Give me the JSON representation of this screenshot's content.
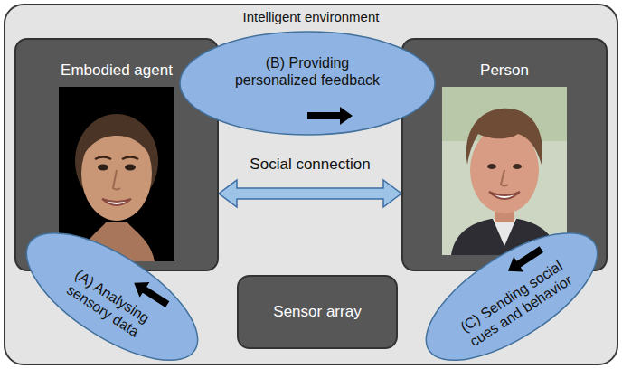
{
  "diagram": {
    "nodes": [
      {
        "text": [
          "Intelligent environment"
        ]
      },
      {
        "text": [
          "Embodied agent"
        ],
        "in": 0
      },
      {
        "text": [
          "(B) Providing personalized feedback"
        ],
        "in": 0
      },
      {
        "text": [
          "Person"
        ],
        "in": 0
      },
      {
        "text": [
          "(A) Analysing sensory data"
        ],
        "in": 0
      },
      {
        "text": [
          "Sensor array"
        ],
        "in": 0
      },
      {
        "text": [
          "(C) Sending social cues and behavior"
        ],
        "in": 0
      }
    ],
    "edges": [
      {
        "from": 1,
        "to": 3,
        "label": "Social connection",
        "arrow": "both"
      }
    ]
  }
}
